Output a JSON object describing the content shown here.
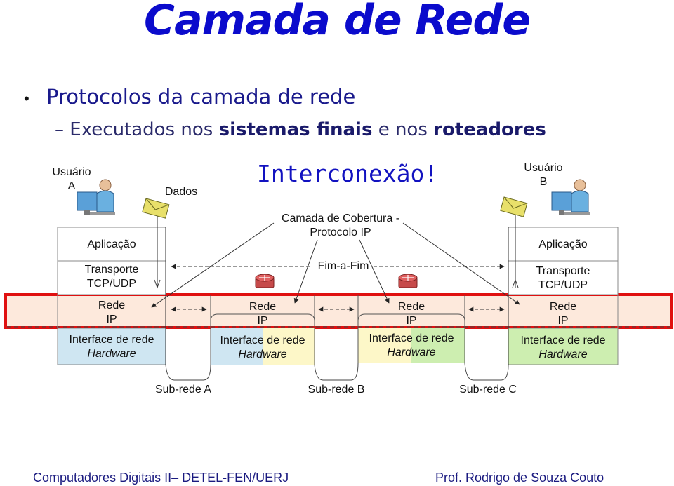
{
  "slide": {
    "title": "Camada de Rede",
    "bullet": "Protocolos da camada de rede",
    "sub_prefix": "– Executados nos",
    "sub_bold1": "sistemas finais",
    "sub_mid": "e nos",
    "sub_bold2": "roteadores",
    "callout": "Interconexão!"
  },
  "diagram": {
    "user_a_label": "Usuário A",
    "user_a_line1": "Usuário",
    "user_a_line2": "A",
    "user_b_line1": "Usuário",
    "user_b_line2": "B",
    "dados": "Dados",
    "coverage_line1": "Camada de Cobertura -",
    "coverage_line2": "Protocolo IP",
    "fim_a_fim": "Fim-a-Fim",
    "host_a": {
      "aplicacao": "Aplicação",
      "transporte_1": "Transporte",
      "transporte_2": "TCP/UDP",
      "rede_1": "Rede",
      "rede_2": "IP",
      "iface": "Interface de rede",
      "hw": "Hardware"
    },
    "router_1": {
      "rede_1": "Rede",
      "rede_2": "IP",
      "iface": "Interface de rede",
      "hw": "Hardware"
    },
    "router_2": {
      "rede_1": "Rede",
      "rede_2": "IP",
      "iface": "Interface de rede",
      "hw": "Hardware"
    },
    "host_b": {
      "aplicacao": "Aplicação",
      "transporte_1": "Transporte",
      "transporte_2": "TCP/UDP",
      "rede_1": "Rede",
      "rede_2": "IP",
      "iface": "Interface de rede",
      "hw": "Hardware"
    },
    "subnet_a": "Sub-rede A",
    "subnet_b": "Sub-rede B",
    "subnet_c": "Sub-rede C",
    "colors": {
      "highlight_border": "#e01010",
      "highlight_fill": "#fde9dc",
      "hw_blue": "#cfe6f2",
      "hw_yellow": "#fdf7c8",
      "hw_green": "#cdeeb0",
      "envelope": "#e8e06a"
    },
    "icons": [
      "user-computer-icon",
      "envelope-icon",
      "router-icon"
    ]
  },
  "footer": {
    "left": "Computadores Digitais II– DETEL-FEN/UERJ",
    "right": "Prof. Rodrigo de Souza Couto"
  }
}
